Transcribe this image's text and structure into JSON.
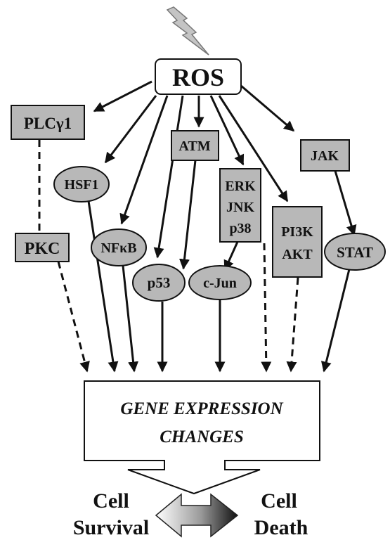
{
  "source": "ROS",
  "nodes": {
    "plcg1": "PLCγ1",
    "pkc": "PKC",
    "hsf1": "HSF1",
    "nfkb": "NFκB",
    "atm": "ATM",
    "p53": "p53",
    "erk": "ERK",
    "jnk": "JNK",
    "p38": "p38",
    "cjun": "c-Jun",
    "pi3k": "PI3K",
    "akt": "AKT",
    "jak": "JAK",
    "stat": "STAT"
  },
  "target": {
    "line1": "GENE EXPRESSION",
    "line2": "CHANGES"
  },
  "outcomes": {
    "left_line1": "Cell",
    "left_line2": "Survival",
    "right_line1": "Cell",
    "right_line2": "Death"
  },
  "colors": {
    "node_fill": "#b8b8b8",
    "line": "#111111",
    "background": "#ffffff"
  }
}
